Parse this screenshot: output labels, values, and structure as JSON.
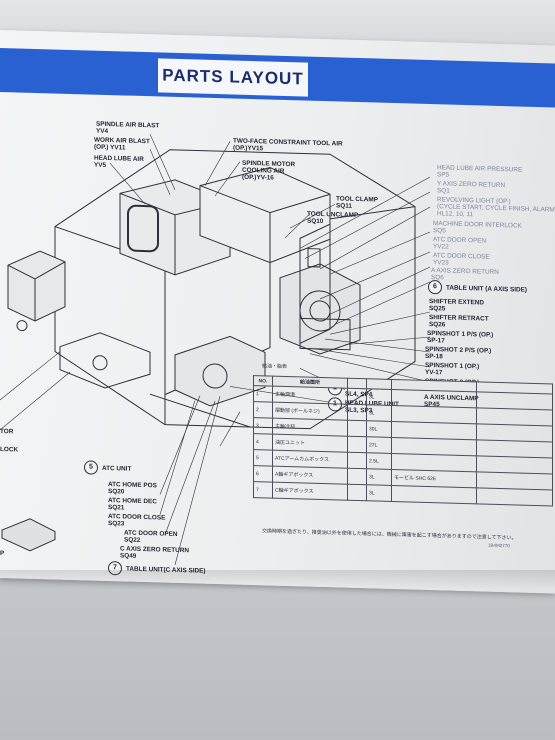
{
  "title": "PARTS LAYOUT",
  "labels_left": [
    "SPINDLE AIR BLAST\nYV4",
    "WORK AIR BLAST\n(OP.) YV11",
    "HEAD LUBE AIR\nYV5"
  ],
  "labels_top": [
    "TWO-FACE CONSTRAINT TOOL AIR\n(OP.)YV15",
    "SPINDLE MOTOR\nCOOLING AIR\n(OP.)YV-16",
    "TOOL CLAMP\nSQ11",
    "TOOL UNCLAMP\nSQ10"
  ],
  "labels_right_faded": [
    "HEAD LUBE AIR PRESSURE\nSP5",
    "Y AXIS ZERO RETURN\nSQ1",
    "REVOLVING LIGHT (OP.)\n(CYCLE START, CYCLE FINISH, ALARM)\nHL12, 10, 11",
    "MACHINE DOOR INTERLOCK\nSQ5",
    "ATC DOOR OPEN\nYV22",
    "ATC DOOR CLOSE\nYV23",
    "A AXIS ZERO RETURN\nSQ6"
  ],
  "labels_right": [
    "TABLE UNIT (A AXIS SIDE)",
    "SHIFTER EXTEND\nSQ25",
    "SHIFTER RETRACT\nSQ26",
    "SPINSHOT 1 P/S (OP.)\nSP-17",
    "SPINSHOT 2 P/S (OP.)\nSP-18",
    "SPINSHOT 1 (OP.)\nYV-17",
    "SPINSHOT 2 (OP.)\nYV-18",
    "A AXIS UNCLAMP\nSP45"
  ],
  "labels_mid": [
    "WAY LUBE UNIT\nSL4, SP4",
    "HEAD LUBE UNIT\nSL3, SP3"
  ],
  "labels_bottom": [
    "ATC UNIT",
    "ATC HOME POS\nSQ20",
    "ATC HOME DEC\nSQ21",
    "ATC DOOR CLOSE\nSQ23",
    "ATC DOOR OPEN\nSQ22",
    "C AXIS ZERO RETURN\nSQ49",
    "TABLE UNIT(C AXIS SIDE)"
  ],
  "labels_edge": [
    "TOR",
    "LOCK",
    "P"
  ],
  "callouts": [
    "6",
    "2",
    "1",
    "5",
    "7"
  ],
  "table": {
    "note": "給油・脂表",
    "headers": [
      "NO.",
      "給油箇所",
      "",
      "",
      "",
      ""
    ],
    "rows": [
      {
        "no": "1",
        "part": "主軸潤滑",
        "qty": "3L"
      },
      {
        "no": "2",
        "part": "摺動部\n(ボールネジ)",
        "qty": "3L"
      },
      {
        "no": "3",
        "part": "主軸冷却",
        "qty": "30L"
      },
      {
        "no": "4",
        "part": "油圧ユニット",
        "qty": "27L"
      },
      {
        "no": "5",
        "part": "ATCアームカムボックス",
        "qty": "2.5L"
      },
      {
        "no": "6",
        "part": "A軸ギアボックス",
        "qty": "3L"
      },
      {
        "no": "7",
        "part": "C軸ギアボックス",
        "qty": "3L"
      }
    ],
    "oil_6": "モービル SHC 626",
    "footer": "交換時期を過ぎたり、推奨油以外を使用した場合には、機械に障害を起こす場合がありますので注意して下さい。",
    "code": "1B4M2770"
  },
  "colors": {
    "bar": "#2a61d2",
    "line": "#2c3038"
  }
}
